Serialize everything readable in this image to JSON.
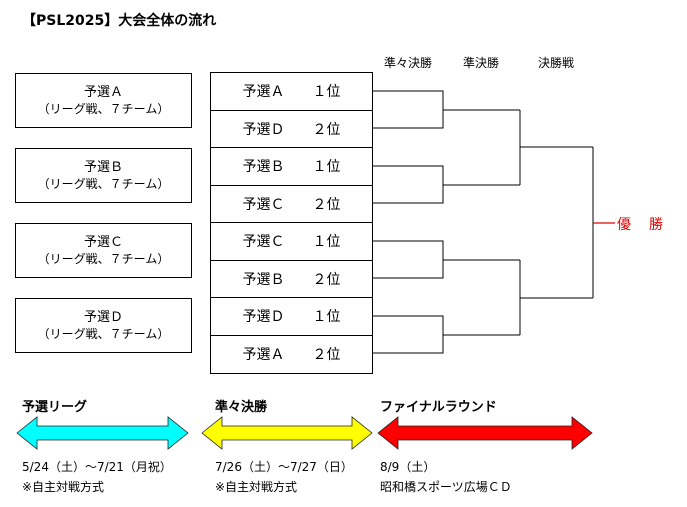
{
  "title": "【PSL2025】大会全体の流れ",
  "rounds": [
    "準々決勝",
    "準決勝",
    "決勝戦"
  ],
  "groups": [
    {
      "name": "予選Ａ",
      "sub": "（リーグ戦、７チーム）"
    },
    {
      "name": "予選Ｂ",
      "sub": "（リーグ戦、７チーム）"
    },
    {
      "name": "予選Ｃ",
      "sub": "（リーグ戦、７チーム）"
    },
    {
      "name": "予選Ｄ",
      "sub": "（リーグ戦、７チーム）"
    }
  ],
  "seeds": [
    {
      "group": "予選Ａ",
      "rank": "１位"
    },
    {
      "group": "予選Ｄ",
      "rank": "２位"
    },
    {
      "group": "予選Ｂ",
      "rank": "１位"
    },
    {
      "group": "予選Ｃ",
      "rank": "２位"
    },
    {
      "group": "予選Ｃ",
      "rank": "１位"
    },
    {
      "group": "予選Ｂ",
      "rank": "２位"
    },
    {
      "group": "予選Ｄ",
      "rank": "１位"
    },
    {
      "group": "予選Ａ",
      "rank": "２位"
    }
  ],
  "champion": "優勝",
  "phases": [
    {
      "title": "予選リーグ",
      "date": "5/24（土）～7/21（月祝）",
      "note": "※自主対戦方式",
      "color": "#00ffff"
    },
    {
      "title": "準々決勝",
      "date": "7/26（土）～7/27（日）",
      "note": "※自主対戦方式",
      "color": "#ffff00"
    },
    {
      "title": "ファイナルラウンド",
      "date": "8/9（土）",
      "note": "昭和橋スポーツ広場ＣＤ",
      "color": "#ff0000"
    }
  ],
  "colors": {
    "champion": "#e00000",
    "line": "#000000"
  }
}
